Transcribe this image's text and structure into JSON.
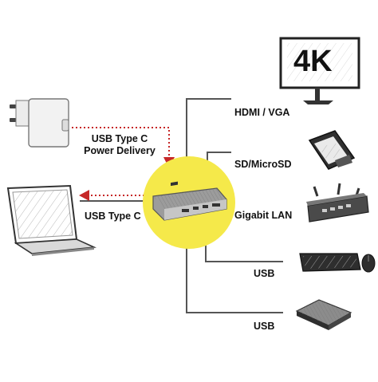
{
  "hub": {
    "center_color": "#f5e94a",
    "line_color": "#555555",
    "arrow_color": "#c62828"
  },
  "inputs": {
    "power": {
      "line1": "USB Type C",
      "line2": "Power Delivery",
      "device": "power-adapter"
    },
    "laptop": {
      "label": "USB Type C",
      "device": "laptop"
    }
  },
  "outputs": [
    {
      "id": "hdmi",
      "label": "HDMI / VGA",
      "device": "monitor",
      "monitor_text": "4K"
    },
    {
      "id": "sd",
      "label": "SD/MicroSD",
      "device": "sd-card"
    },
    {
      "id": "lan",
      "label": "Gigabit LAN",
      "device": "router"
    },
    {
      "id": "usb1",
      "label": "USB",
      "device": "keyboard-mouse"
    },
    {
      "id": "usb2",
      "label": "USB",
      "device": "external-drive"
    }
  ]
}
